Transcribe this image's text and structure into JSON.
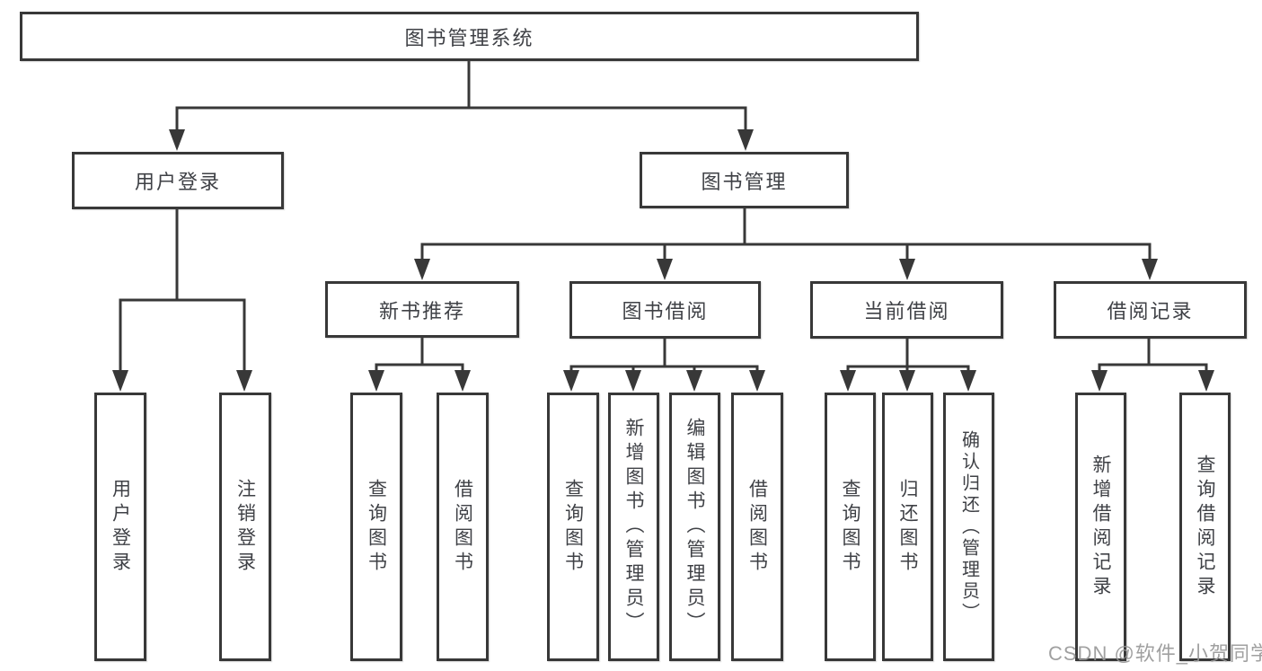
{
  "tree": {
    "label": "图书管理系统",
    "children": [
      {
        "label": "用户登录",
        "children": [
          {
            "label": "用户登录"
          },
          {
            "label": "注销登录"
          }
        ]
      },
      {
        "label": "图书管理",
        "children": [
          {
            "label": "新书推荐",
            "children": [
              {
                "label": "查询图书"
              },
              {
                "label": "借阅图书"
              }
            ]
          },
          {
            "label": "图书借阅",
            "children": [
              {
                "label": "查询图书"
              },
              {
                "label": "新增图书（管理员）"
              },
              {
                "label": "编辑图书（管理员）"
              },
              {
                "label": "借阅图书"
              }
            ]
          },
          {
            "label": "当前借阅",
            "children": [
              {
                "label": "查询图书"
              },
              {
                "label": "归还图书"
              },
              {
                "label": "确认归还（管理员）"
              }
            ]
          },
          {
            "label": "借阅记录",
            "children": [
              {
                "label": "新增借阅记录"
              },
              {
                "label": "查询借阅记录"
              }
            ]
          }
        ]
      }
    ]
  },
  "watermark": {
    "text": "CSDN @软件_小贺同学"
  },
  "colors": {
    "line": "#383838",
    "box_border": "#383838",
    "text": "#3f4146",
    "watermark": "#969696",
    "background": "#ffffff"
  }
}
